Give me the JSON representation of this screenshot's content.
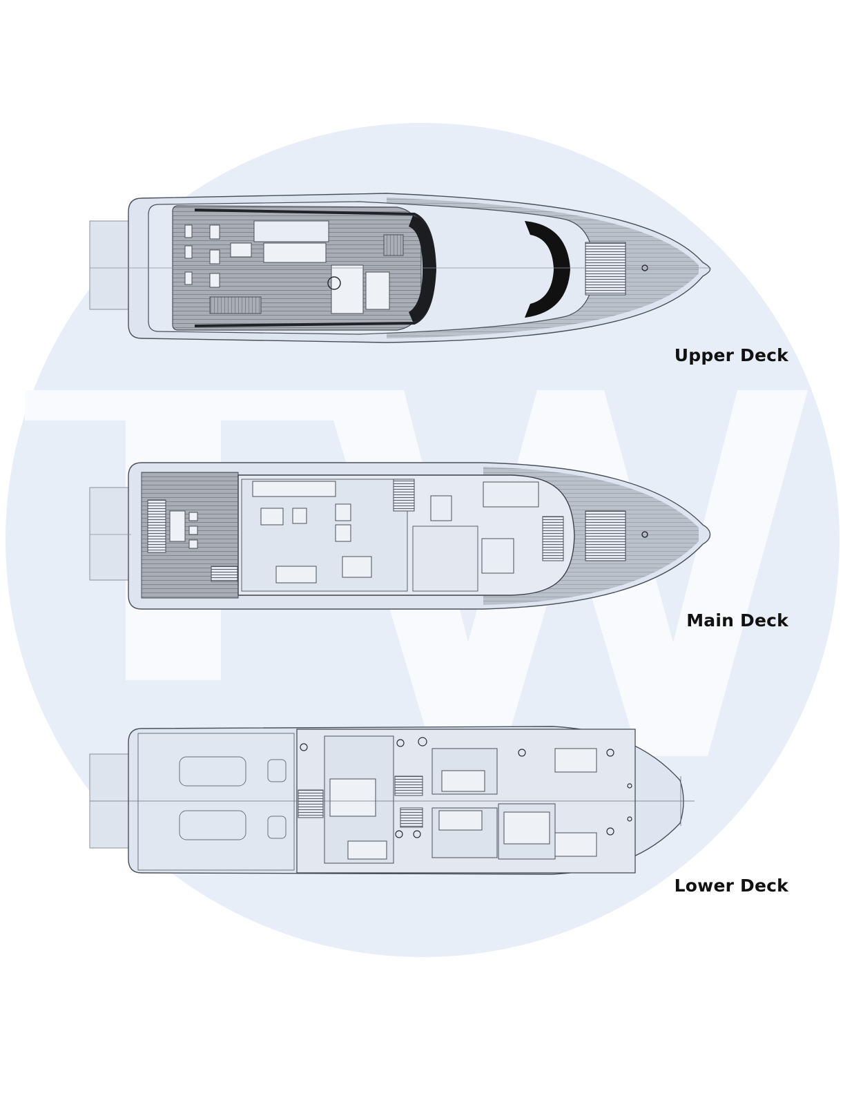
{
  "watermark": {
    "text": "TW"
  },
  "decks": [
    {
      "label": "Upper Deck"
    },
    {
      "label": "Main Deck"
    },
    {
      "label": "Lower Deck"
    }
  ],
  "colors": {
    "watermark_circle": "#e8eef7",
    "hull_fill": "#dde5f0",
    "deck_teak": "#a8acb4",
    "line": "#4a4e58",
    "glass": "#111111"
  }
}
